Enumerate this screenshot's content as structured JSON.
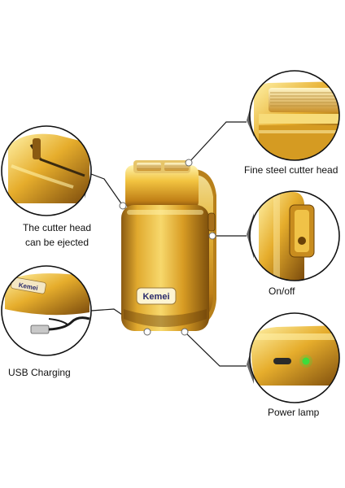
{
  "brand": "Kemei",
  "features": {
    "cutter_head": "Fine steel cutter head",
    "on_off": "On/off",
    "power_lamp": "Power lamp",
    "eject_line1": "The cutter head",
    "eject_line2": "can be ejected",
    "usb": "USB Charging",
    "device_logo": "Kemei"
  },
  "colors": {
    "gold_light": "#f6d56a",
    "gold_mid": "#d9a12a",
    "gold_dark": "#8a5a12",
    "lamp_green": "#3ddc3d",
    "callout_line": "#1a1a1a"
  }
}
